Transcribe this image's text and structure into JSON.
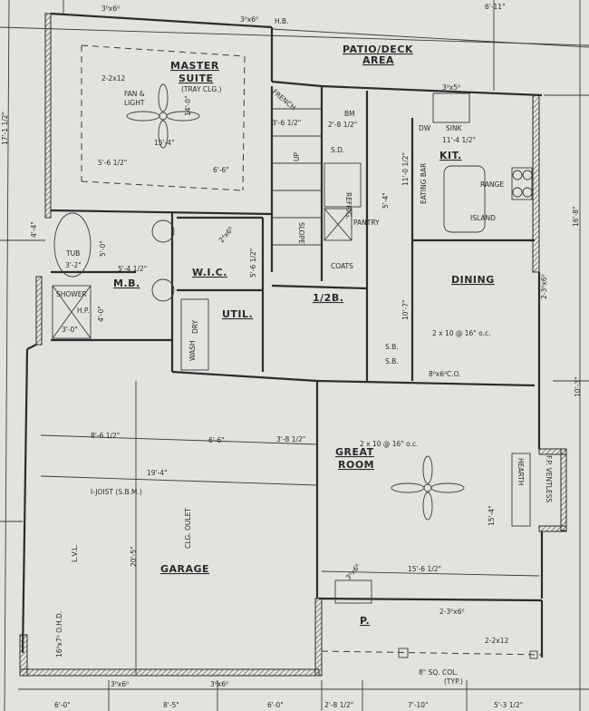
{
  "colors": {
    "paper": "#e2e2df",
    "ink": "#2b2b2b"
  },
  "rooms": {
    "master_suite": "MASTER",
    "master_suite2": "SUITE",
    "tray": "(TRAY CLG.)",
    "patio": "PATIO/DECK",
    "patio2": "AREA",
    "kit": "KIT.",
    "dining": "DINING",
    "great": "GREAT",
    "great2": "ROOM",
    "garage": "GARAGE",
    "wic": "W.I.C.",
    "util": "UTIL.",
    "mb": "M.B.",
    "half_bath": "1/2B.",
    "porch": "P."
  },
  "labels": {
    "fan_light": "FAN &",
    "fan_light2": "LIGHT",
    "joist_top": "2-2x12",
    "tub": "TUB",
    "tub_dim": "3'-2\"",
    "shower": "SHOWER",
    "shower_dim": "3'-0\"",
    "hp": "H.P.",
    "hb": "H.B.",
    "french": "FRENCH",
    "bm": "BM",
    "sd": "S.D.",
    "refrig": "REFRIG.",
    "pantry": "PANTRY",
    "coats": "COATS",
    "dw": "DW",
    "sink": "SINK",
    "eating_bar": "EATING BAR",
    "range": "RANGE",
    "island": "ISLAND",
    "slope": "SLOPE",
    "up": "UP",
    "wash": "WASH",
    "dry": "DRY",
    "sb": "S.B.",
    "sb2": "S.B.",
    "co": "8⁰x6⁸C.O.",
    "joists_dining": "2 x 10 @ 16\" o.c.",
    "joists_great": "2 x 10 @ 16\" o.c.",
    "ijoist": "I-JOIST (S.B.M.)",
    "lvl": "L.V.L.",
    "ohd": "16⁰x7⁰ O.H.D.",
    "clg_outlet": "CLG. OULET",
    "fp": "F.P. VENTLESS",
    "hearth": "HEARTH",
    "col": "8\" SQ. COL.",
    "col2": "(TYP.)",
    "porch_beam": "2-2x12",
    "porch_door": "2-3⁰x6⁰",
    "dining_door": "2-3⁰x6⁰",
    "window_kit": "3⁰x5⁰",
    "door_26": "2⁴x6⁸",
    "door_30": "3⁰x6⁸"
  },
  "dimensions": {
    "top": [
      "3⁰x6⁰",
      "3⁰x6⁰",
      "6'-11\""
    ],
    "left": [
      "17'-1 1/2\"",
      "4'-4\""
    ],
    "right": [
      "16'-8\"",
      "10'-3\""
    ],
    "interior": {
      "ms_w": "15'-4\"",
      "ms_d": "14'-0\"",
      "ms_a": "5'-6 1/2\"",
      "ms_b": "6'-6\"",
      "bath_a": "5'-0\"",
      "bath_b": "5'-4 1/2\"",
      "bath_c": "4'-0\"",
      "wic": "5'-6 1/2\"",
      "stair": "3'-6 1/2\"",
      "hall": "2'-8 1/2\"",
      "kit_w": "11'-4 1/2\"",
      "kit_d": "11'-0 1/2\"",
      "pantry": "5'-4\"",
      "dining": "10'-7\"",
      "g1": "8'-6 1/2\"",
      "g2": "6'-6\"",
      "g3": "3'-8 1/2\"",
      "g4": "19'-4\"",
      "g5": "20'-5\"",
      "gr_w": "15'-6 1/2\"",
      "gr_d": "15'-4\""
    },
    "garage_doors": [
      "3⁰x6⁰",
      "3⁰x6⁰"
    ],
    "bottom": [
      "6'-0\"",
      "8'-5\"",
      "6'-0\"",
      "2'-8 1/2\"",
      "7'-10\"",
      "5'-3 1/2\""
    ]
  }
}
